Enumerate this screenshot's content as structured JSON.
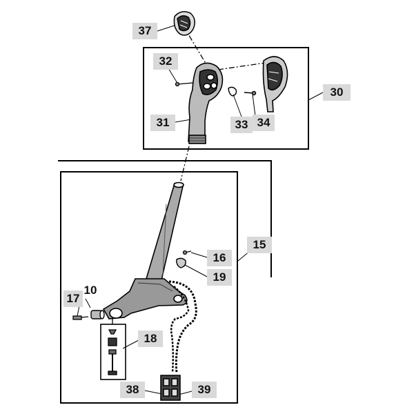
{
  "diagram": {
    "callouts": [
      {
        "id": "c37",
        "text": "37",
        "boxed": true
      },
      {
        "id": "c32",
        "text": "32",
        "boxed": true
      },
      {
        "id": "c30",
        "text": "30",
        "boxed": true
      },
      {
        "id": "c31",
        "text": "31",
        "boxed": true
      },
      {
        "id": "c33",
        "text": "33",
        "boxed": true
      },
      {
        "id": "c34",
        "text": "34",
        "boxed": true
      },
      {
        "id": "c15",
        "text": "15",
        "boxed": true
      },
      {
        "id": "c16",
        "text": "16",
        "boxed": true
      },
      {
        "id": "c19",
        "text": "19",
        "boxed": true
      },
      {
        "id": "c10",
        "text": "10",
        "boxed": false
      },
      {
        "id": "c17",
        "text": "17",
        "boxed": true
      },
      {
        "id": "c18",
        "text": "18",
        "boxed": true
      },
      {
        "id": "c38",
        "text": "38",
        "boxed": true
      },
      {
        "id": "c39",
        "text": "39",
        "boxed": true
      }
    ]
  }
}
